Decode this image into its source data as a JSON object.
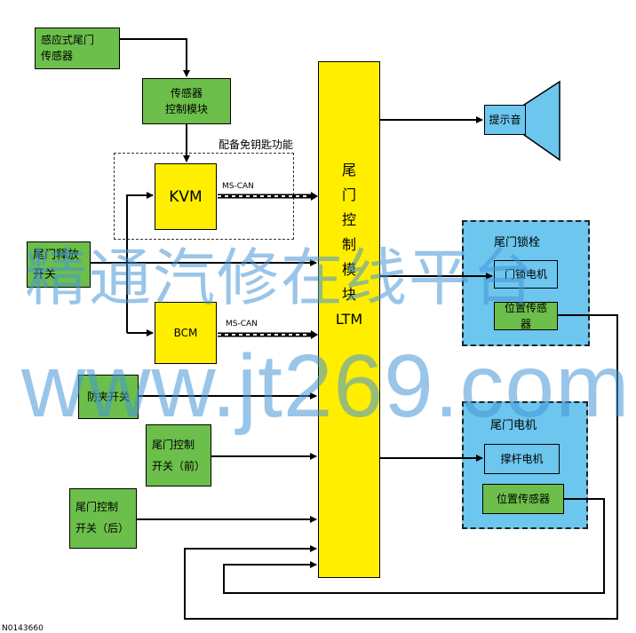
{
  "boxes": {
    "sensor": [
      "感应式尾门",
      "传感器"
    ],
    "sensor_ctrl": [
      "传感器",
      "控制模块"
    ],
    "kvm": "KVM",
    "bcm": "BCM",
    "release_switch": [
      "尾门释放",
      "开关"
    ],
    "anti_pinch": "防夹开关",
    "ctrl_front": [
      "尾门控制",
      "开关（前）"
    ],
    "ctrl_rear": [
      "尾门控制",
      "开关（后）"
    ],
    "ltm": [
      "尾",
      "门",
      "控",
      "制",
      "模",
      "块",
      "LTM"
    ],
    "chime": "提示音",
    "latch_group": "尾门锁栓",
    "lock_motor": "门锁电机",
    "latch_pos_sensor": "位置传感器",
    "motor_group": "尾门电机",
    "strut_motor": "撑杆电机",
    "motor_pos_sensor": "位置传感器"
  },
  "labels": {
    "keyless": "配备免钥匙功能",
    "mscan_kvm": "MS-CAN",
    "mscan_bcm": "MS-CAN",
    "figure_id": "N0143660"
  },
  "watermark": [
    "精通汽修在线平台",
    "www.jt269.com"
  ],
  "colors": {
    "module_green": "#6cbf4a",
    "ltm_yellow": "#ffee00",
    "group_blue": "#6cc6ee",
    "watermark": "#4696d7"
  }
}
